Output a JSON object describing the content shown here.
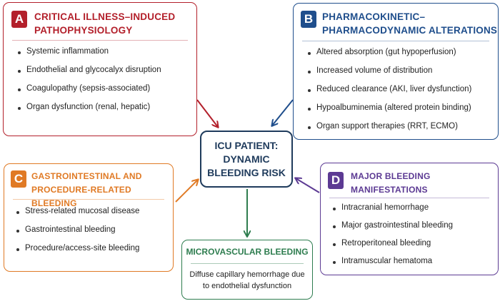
{
  "panel_a": {
    "letter": "A",
    "title_line1": "CRITICAL ILLNESS–INDUCED",
    "title_line2": "PATHOPHYSIOLOGY",
    "items": [
      "Systemic inflammation",
      "Endothelial and glycocalyx disruption",
      "Coagulopathy (sepsis-associated)",
      "Organ dysfunction (renal, hepatic)"
    ],
    "color": "#b3202b"
  },
  "panel_b": {
    "letter": "B",
    "title_line1": "PHARMACOKINETIC–",
    "title_line2": "PHARMACODYNAMIC ALTERATIONS",
    "items": [
      "Altered absorption (gut hypoperfusion)",
      "Increased volume of distribution",
      "Reduced clearance (AKI, liver dysfunction)",
      "Hypoalbuminemia (altered protein binding)",
      "Organ support therapies (RRT, ECMO)"
    ],
    "color": "#1f4e8c"
  },
  "panel_c": {
    "letter": "C",
    "title_line1": "GASTROINTESTINAL AND",
    "title_line2": "PROCEDURE-RELATED BLEEDING",
    "items": [
      "Stress-related mucosal disease",
      "Gastrointestinal bleeding",
      "Procedure/access-site bleeding"
    ],
    "color": "#e07a25"
  },
  "panel_d": {
    "letter": "D",
    "title_line1": "MAJOR BLEEDING",
    "title_line2": "MANIFESTATIONS",
    "items": [
      "Intracranial hemorrhage",
      "Major gastrointestinal bleeding",
      "Retroperitoneal bleeding",
      "Intramuscular hematoma"
    ],
    "color": "#5c3a93"
  },
  "center": {
    "line1": "ICU PATIENT:",
    "line2": "DYNAMIC",
    "line3": "BLEEDING RISK",
    "color": "#1f3b5c"
  },
  "microvascular": {
    "title": "MICROVASCULAR BLEEDING",
    "line1": "Diffuse capillary hemorrhage due",
    "line2": "to endothelial dysfunction",
    "color": "#2e7d4f"
  }
}
